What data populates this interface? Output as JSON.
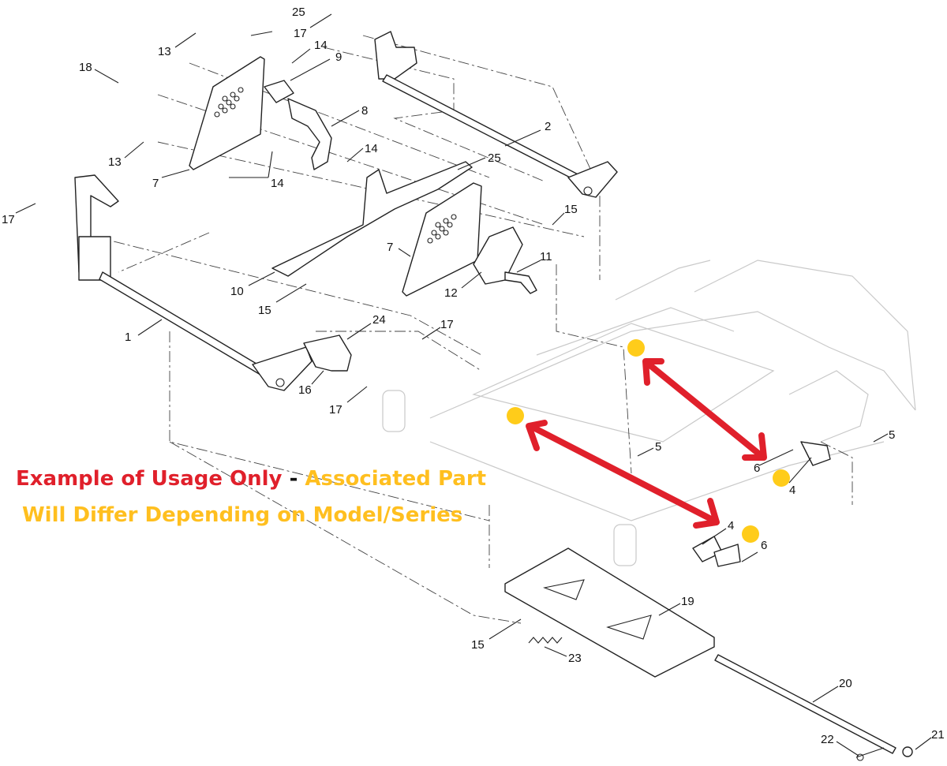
{
  "note": {
    "prefix": "Example of Usage Only",
    "separator": " - ",
    "line1_rest": "Associated Part",
    "line2": "Will Differ Depending on Model/Series",
    "prefix_color": "#e0202b",
    "highlight_color": "#ffbf1f",
    "separator_color": "#111111"
  },
  "callouts": [
    {
      "id": "c25a",
      "text": "25"
    },
    {
      "id": "c17a",
      "text": "17"
    },
    {
      "id": "c13a",
      "text": "13"
    },
    {
      "id": "c14a",
      "text": "14"
    },
    {
      "id": "c9",
      "text": "9"
    },
    {
      "id": "c18",
      "text": "18"
    },
    {
      "id": "c8",
      "text": "8"
    },
    {
      "id": "c2",
      "text": "2"
    },
    {
      "id": "c13b",
      "text": "13"
    },
    {
      "id": "c14b",
      "text": "14"
    },
    {
      "id": "c7a",
      "text": "7"
    },
    {
      "id": "c14c",
      "text": "14"
    },
    {
      "id": "c25b",
      "text": "25"
    },
    {
      "id": "c17b",
      "text": "17"
    },
    {
      "id": "c15a",
      "text": "15"
    },
    {
      "id": "c7b",
      "text": "7"
    },
    {
      "id": "c11",
      "text": "11"
    },
    {
      "id": "c10",
      "text": "10"
    },
    {
      "id": "c12",
      "text": "12"
    },
    {
      "id": "c15b",
      "text": "15"
    },
    {
      "id": "c24",
      "text": "24"
    },
    {
      "id": "c1",
      "text": "1"
    },
    {
      "id": "c17c",
      "text": "17"
    },
    {
      "id": "c16",
      "text": "16"
    },
    {
      "id": "c17d",
      "text": "17"
    },
    {
      "id": "c5a",
      "text": "5"
    },
    {
      "id": "c5b",
      "text": "5"
    },
    {
      "id": "c6a",
      "text": "6"
    },
    {
      "id": "c4a",
      "text": "4"
    },
    {
      "id": "c4b",
      "text": "4"
    },
    {
      "id": "c6b",
      "text": "6"
    },
    {
      "id": "c19",
      "text": "19"
    },
    {
      "id": "c15c",
      "text": "15"
    },
    {
      "id": "c23",
      "text": "23"
    },
    {
      "id": "c20",
      "text": "20"
    },
    {
      "id": "c22",
      "text": "22"
    },
    {
      "id": "c21",
      "text": "21"
    }
  ]
}
